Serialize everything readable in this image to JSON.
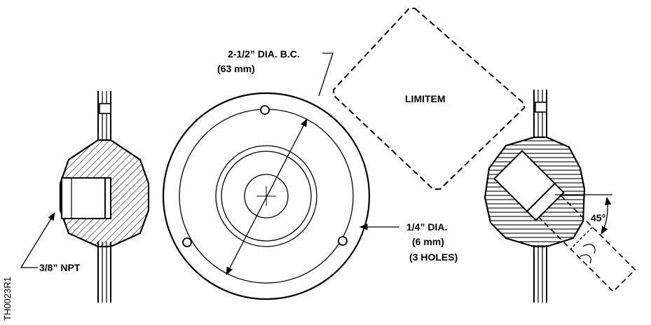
{
  "labels": {
    "bolt_circle_line1": "2-1/2” DIA. B.C.",
    "bolt_circle_line2": "(63 mm)",
    "limitem": "LIMITEM",
    "hole_dia_line1": "1/4” DIA.",
    "hole_dia_line2": "(6 mm)",
    "hole_count": "(3 HOLES)",
    "thread": "3/8” NPT",
    "angle": "45°",
    "drawing_code": "TH0023R1"
  }
}
